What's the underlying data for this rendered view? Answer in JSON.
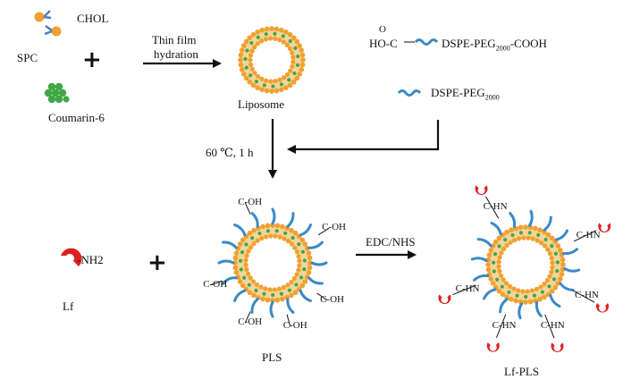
{
  "labels": {
    "chol": "CHOL",
    "spc": "SPC",
    "coumarin": "Coumarin-6",
    "thin_film_1": "Thin film",
    "thin_film_2": "hydration",
    "liposome": "Liposome",
    "hooc_prefix": "HO-C",
    "carbonyl_o": "O",
    "dspe_peg_cooh_main": "DSPE-PEG",
    "dspe_peg_cooh_sub": "2000",
    "dspe_peg_cooh_tail": "-COOH",
    "dspe_peg_main": "DSPE-PEG",
    "dspe_peg_sub": "2000",
    "condition": "60 ℃, 1 h",
    "nh2": "-NH2",
    "lf": "Lf",
    "edc_nhs": "EDC/NHS",
    "pls": "PLS",
    "lf_pls": "Lf-PLS",
    "cooh_oh": "OH",
    "cooh_o": "O",
    "cooh_c": "C",
    "amide_c": "C",
    "amide_hn": "HN"
  },
  "symbols": {
    "plus": "+"
  },
  "colors": {
    "lipid_head": "#f0a030",
    "lipid_tail": "#4a7fb8",
    "coumarin": "#3fa845",
    "peg": "#3b8ac4",
    "lactoferrin": "#e02020",
    "membrane_fill": "#f5d49a",
    "arrow": "#111111"
  }
}
